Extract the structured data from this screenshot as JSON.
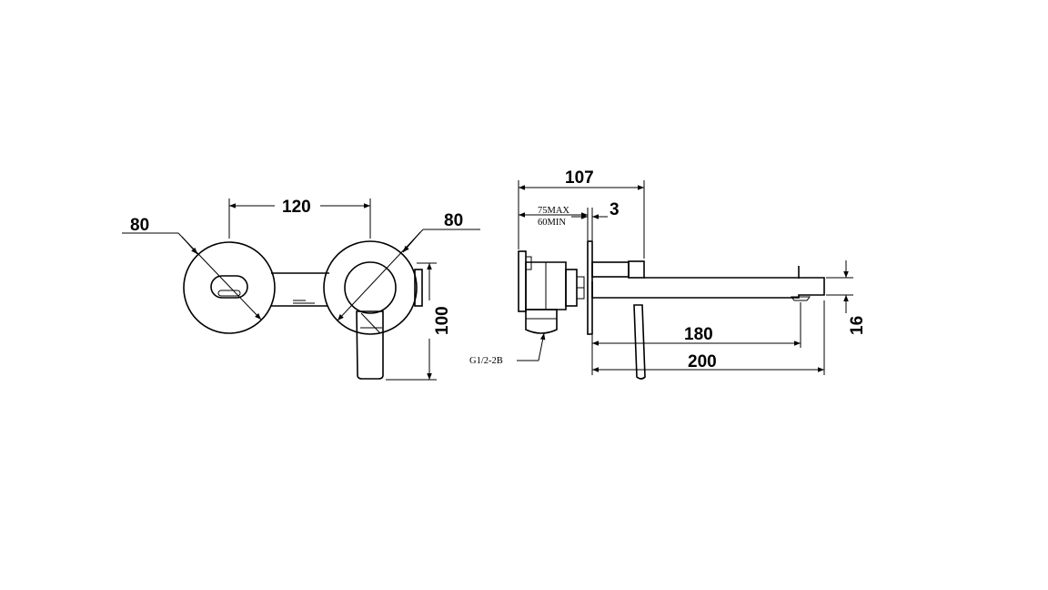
{
  "front_view": {
    "dim_width": "120",
    "dim_left_diameter": "80",
    "dim_right_diameter": "80",
    "dim_height": "100"
  },
  "side_view": {
    "dim_depth": "107",
    "dim_wall_max": "75MAX",
    "dim_wall_min": "60MIN",
    "dim_plate": "3",
    "dim_spout_reach": "180",
    "dim_total_length": "200",
    "dim_spout_height": "16",
    "thread_label": "G1/2-2B"
  }
}
